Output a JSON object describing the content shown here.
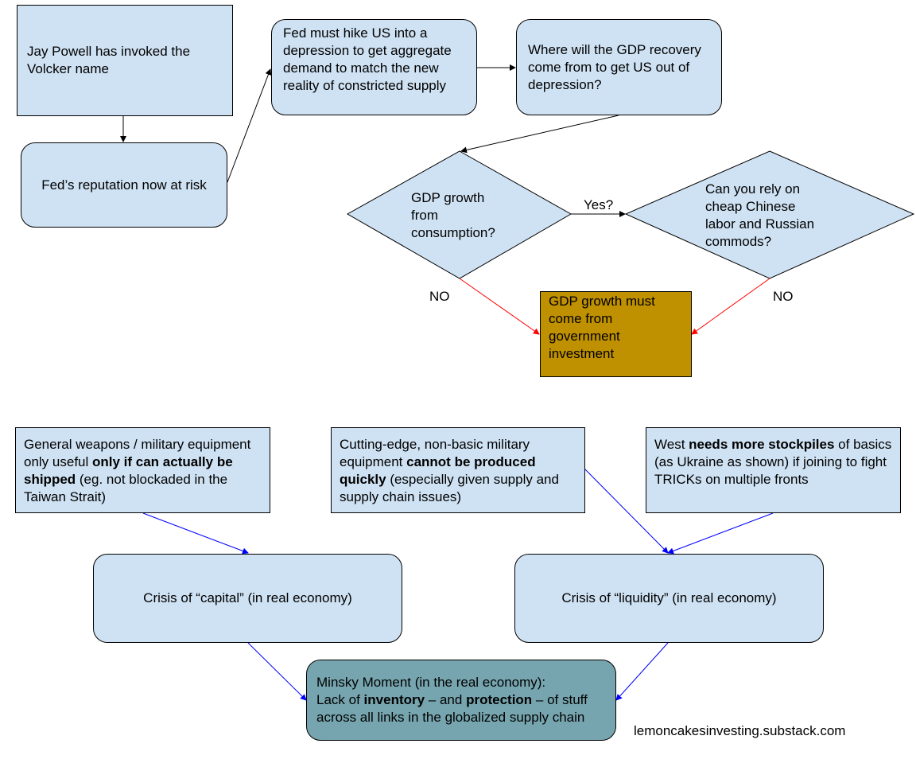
{
  "nodes": {
    "powell": {
      "text": "Jay Powell has invoked the Volcker name"
    },
    "reputation": {
      "text": "Fed’s reputation now at risk"
    },
    "hike": {
      "text": "Fed must hike US into a depression to get aggregate demand to match the new reality of constricted supply"
    },
    "recovery": {
      "text": "Where will the GDP recovery come from to get US out of depression?"
    },
    "consumption": {
      "lines": [
        "GDP growth",
        "from",
        "consumption?"
      ]
    },
    "cheap_labor": {
      "lines": [
        "Can you rely on",
        "cheap Chinese",
        "labor and Russian",
        "commods?"
      ]
    },
    "gov_investment": {
      "text": "GDP growth must come from government investment"
    },
    "weapons": {
      "s1": "General weapons / military equipment only useful ",
      "b1": "only if can actually be shipped",
      "s2": " (eg. not blockaded in the Taiwan Strait)"
    },
    "cutting_edge": {
      "s1": "Cutting-edge, non-basic military equipment ",
      "b1": "cannot be produced quickly",
      "s2": " (especially given supply and supply chain issues)"
    },
    "stockpiles": {
      "s1": "West ",
      "b1": "needs more stockpiles",
      "s2": " of basics (as Ukraine as shown) if joining to fight TRICKs on multiple fronts"
    },
    "crisis_capital": {
      "text": "Crisis of “capital” (in real economy)"
    },
    "crisis_liquidity": {
      "text": "Crisis of “liquidity” (in real economy)"
    },
    "minsky": {
      "s1": "Minsky Moment (in the real economy):",
      "s2": "Lack of ",
      "b1": "inventory",
      "s3": " – and ",
      "b2": "protection",
      "s4": " – of stuff across all links in the globalized supply chain"
    }
  },
  "labels": {
    "yes": "Yes?",
    "no_left": "NO",
    "no_right": "NO"
  },
  "footer": {
    "source": "lemoncakesinvesting.substack.com"
  },
  "colors": {
    "box_fill": "#cfe2f3",
    "gov_fill": "#bf9000",
    "minsky_fill": "#76a5af",
    "arrow_black": "#000000",
    "arrow_red": "#ff0000",
    "arrow_blue": "#0000ff"
  }
}
